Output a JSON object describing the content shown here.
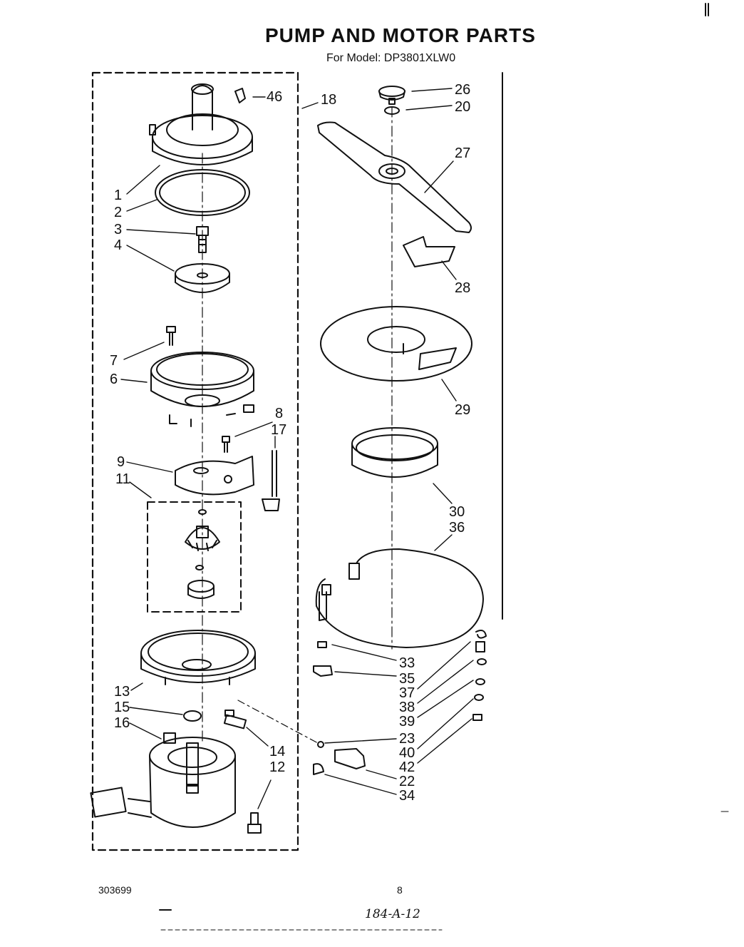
{
  "title": "PUMP AND MOTOR PARTS",
  "subtitle": "For Model: DP3801XLW0",
  "callouts": {
    "c46": "46",
    "c18": "18",
    "c26": "26",
    "c20": "20",
    "c27": "27",
    "c1": "1",
    "c2": "2",
    "c3": "3",
    "c4": "4",
    "c28": "28",
    "c7": "7",
    "c6": "6",
    "c29": "29",
    "c8": "8",
    "c17": "17",
    "c9": "9",
    "c11": "11",
    "c30": "30",
    "c36": "36",
    "c33": "33",
    "c35": "35",
    "c37": "37",
    "c38": "38",
    "c39": "39",
    "c13": "13",
    "c15": "15",
    "c16": "16",
    "c23": "23",
    "c14": "14",
    "c40": "40",
    "c12": "12",
    "c42": "42",
    "c22": "22",
    "c34": "34"
  },
  "footer": {
    "doc_number": "303699",
    "page_number": "8",
    "handwritten_note": "184-A-12"
  }
}
